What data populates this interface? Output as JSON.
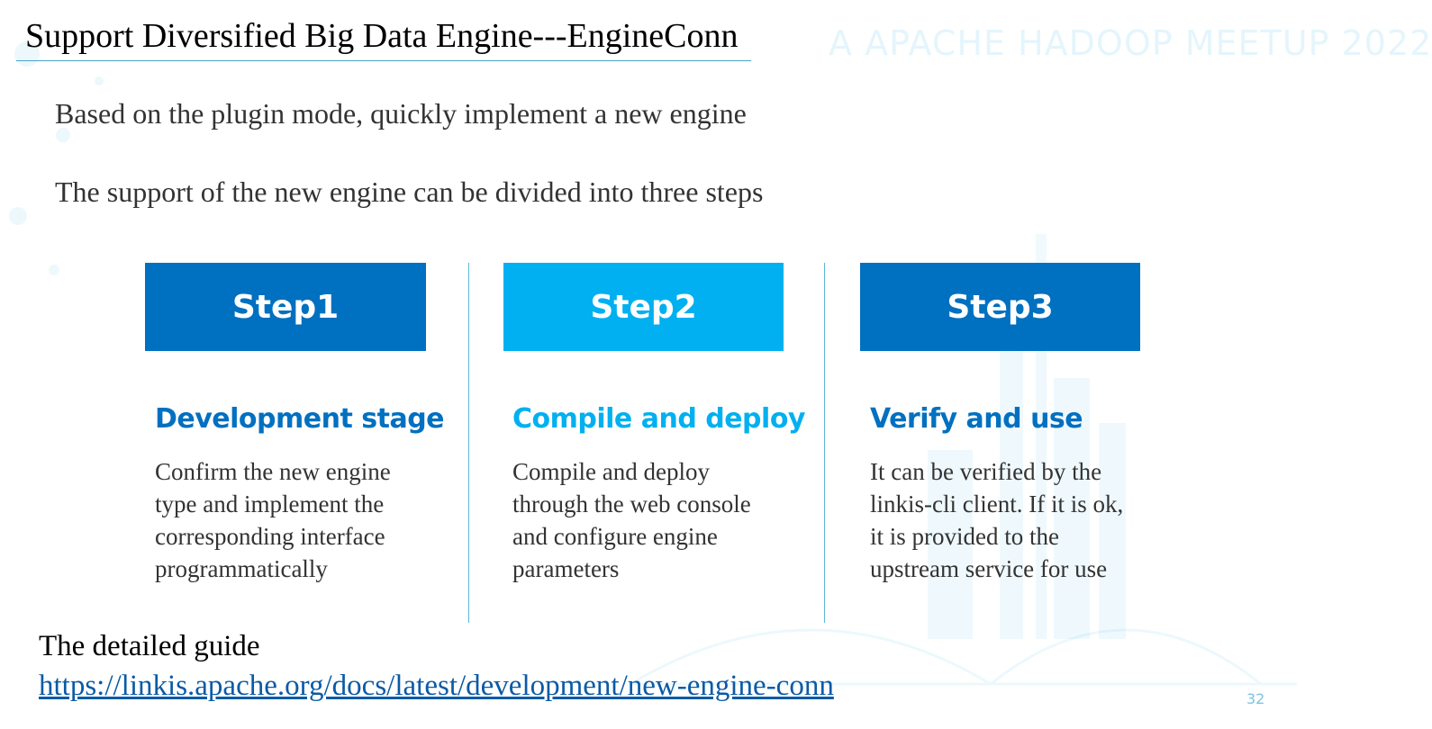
{
  "slide": {
    "title": "Support Diversified Big Data Engine---EngineConn",
    "watermark": "A APACHE HADOOP MEETUP 2022",
    "paragraphs": [
      "Based on the plugin mode, quickly implement a new engine",
      "The support of the new engine can be divided into three steps"
    ],
    "steps": [
      {
        "label": "Step1",
        "heading": "Development stage",
        "description": "Confirm the new engine type and implement the corresponding interface programmatically",
        "color": "#0070c0"
      },
      {
        "label": "Step2",
        "heading": "Compile and deploy",
        "description": "Compile and deploy through the web console and configure engine parameters",
        "color": "#00b0f0"
      },
      {
        "label": "Step3",
        "heading": "Verify and use",
        "description": "It can be verified by the linkis-cli client. If it is ok, it is provided to the upstream service for use",
        "color": "#0070c0"
      }
    ],
    "guide_label": "The detailed guide",
    "guide_link": "https://linkis.apache.org/docs/latest/development/new-engine-conn",
    "page_number": "32"
  }
}
